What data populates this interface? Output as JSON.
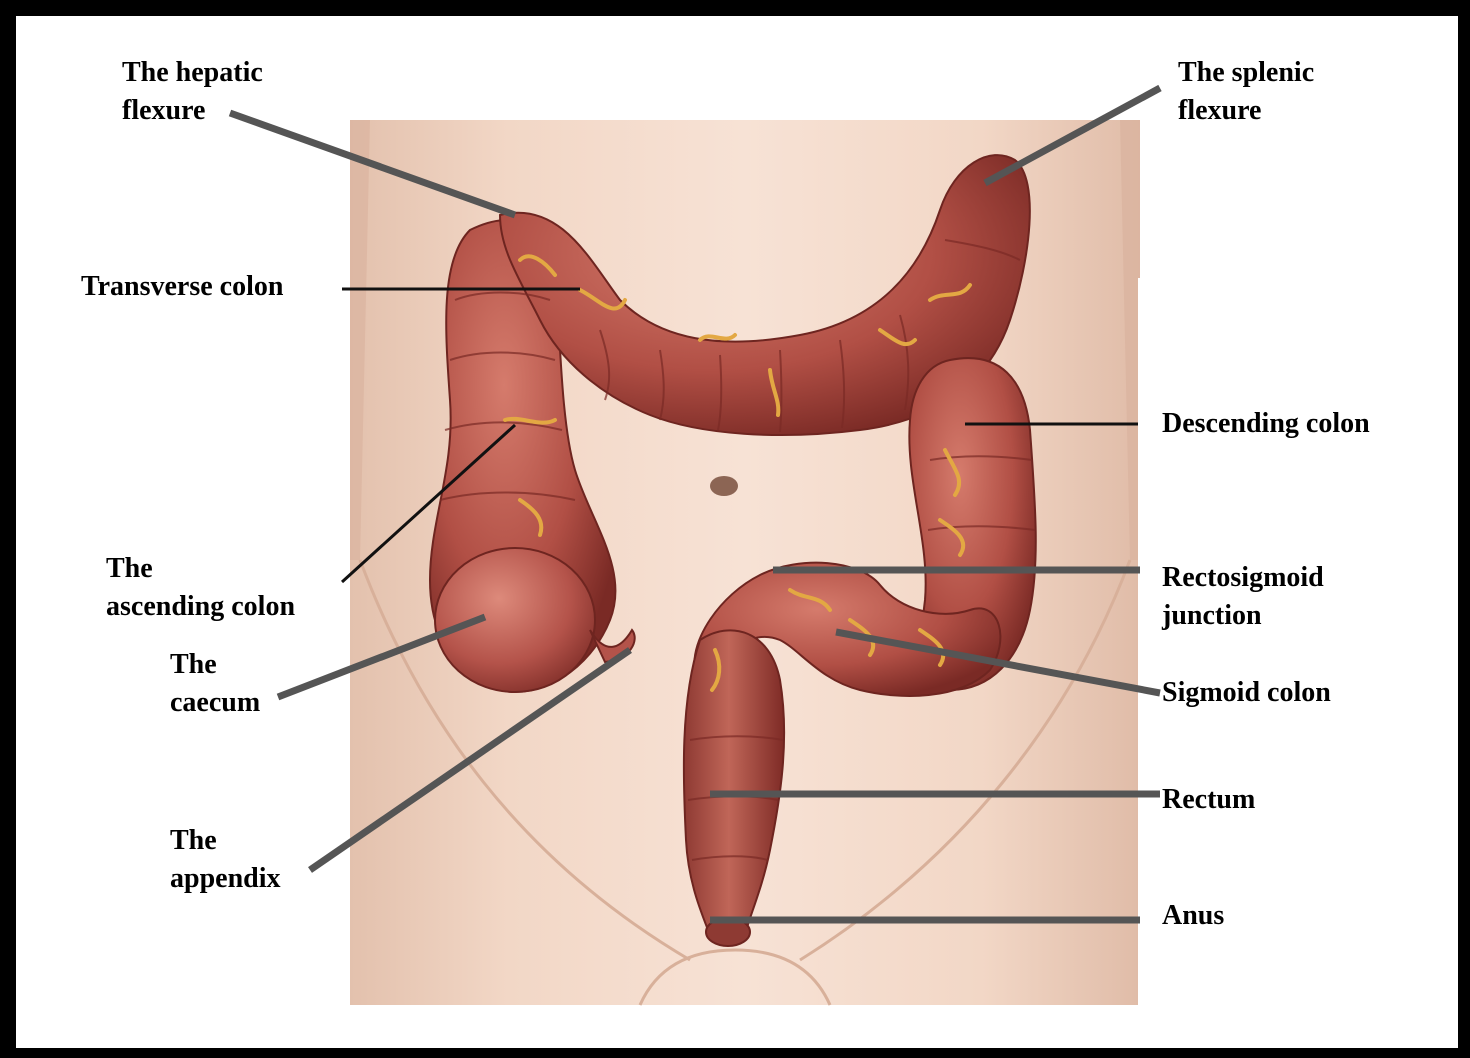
{
  "labels": {
    "hepatic_flexure": "The hepatic\nflexure",
    "splenic_flexure": "The splenic\nflexure",
    "transverse_colon": "Transverse colon",
    "descending_colon": "Descending colon",
    "ascending_colon": "The\nascending colon",
    "rectosigmoid_junction": "Rectosigmoid\njunction",
    "caecum": "The\ncaecum",
    "sigmoid_colon": "Sigmoid colon",
    "rectum": "Rectum",
    "appendix": "The\nappendix",
    "anus": "Anus"
  },
  "colors": {
    "skin": "#f1d4c2",
    "colon": "#b4534a",
    "colon_dark": "#7e2b26",
    "vessel": "#e3a843",
    "leader_line": "#555555"
  }
}
